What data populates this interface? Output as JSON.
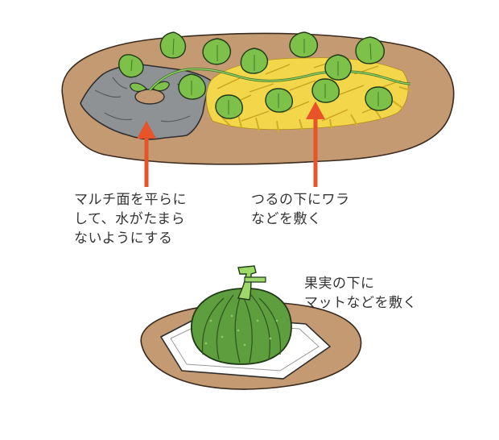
{
  "illustration": {
    "subject": "pumpkin-cultivation-guide",
    "colors": {
      "soil": "#C49A72",
      "mulch": "#8F9294",
      "straw": "#F3D64A",
      "leaf": "#7DC04A",
      "pumpkin": "#5E9E3E",
      "arrow": "#E8542A",
      "mat": "#FFFFFF"
    }
  },
  "captions": {
    "mulch": {
      "line1": "マルチ面を平らに",
      "line2": "して、水がたまら",
      "line3": "ないようにする"
    },
    "straw": {
      "line1": "つるの下にワラ",
      "line2": "などを敷く"
    },
    "mat": {
      "line1": "果実の下に",
      "line2": "マットなどを敷く"
    }
  }
}
